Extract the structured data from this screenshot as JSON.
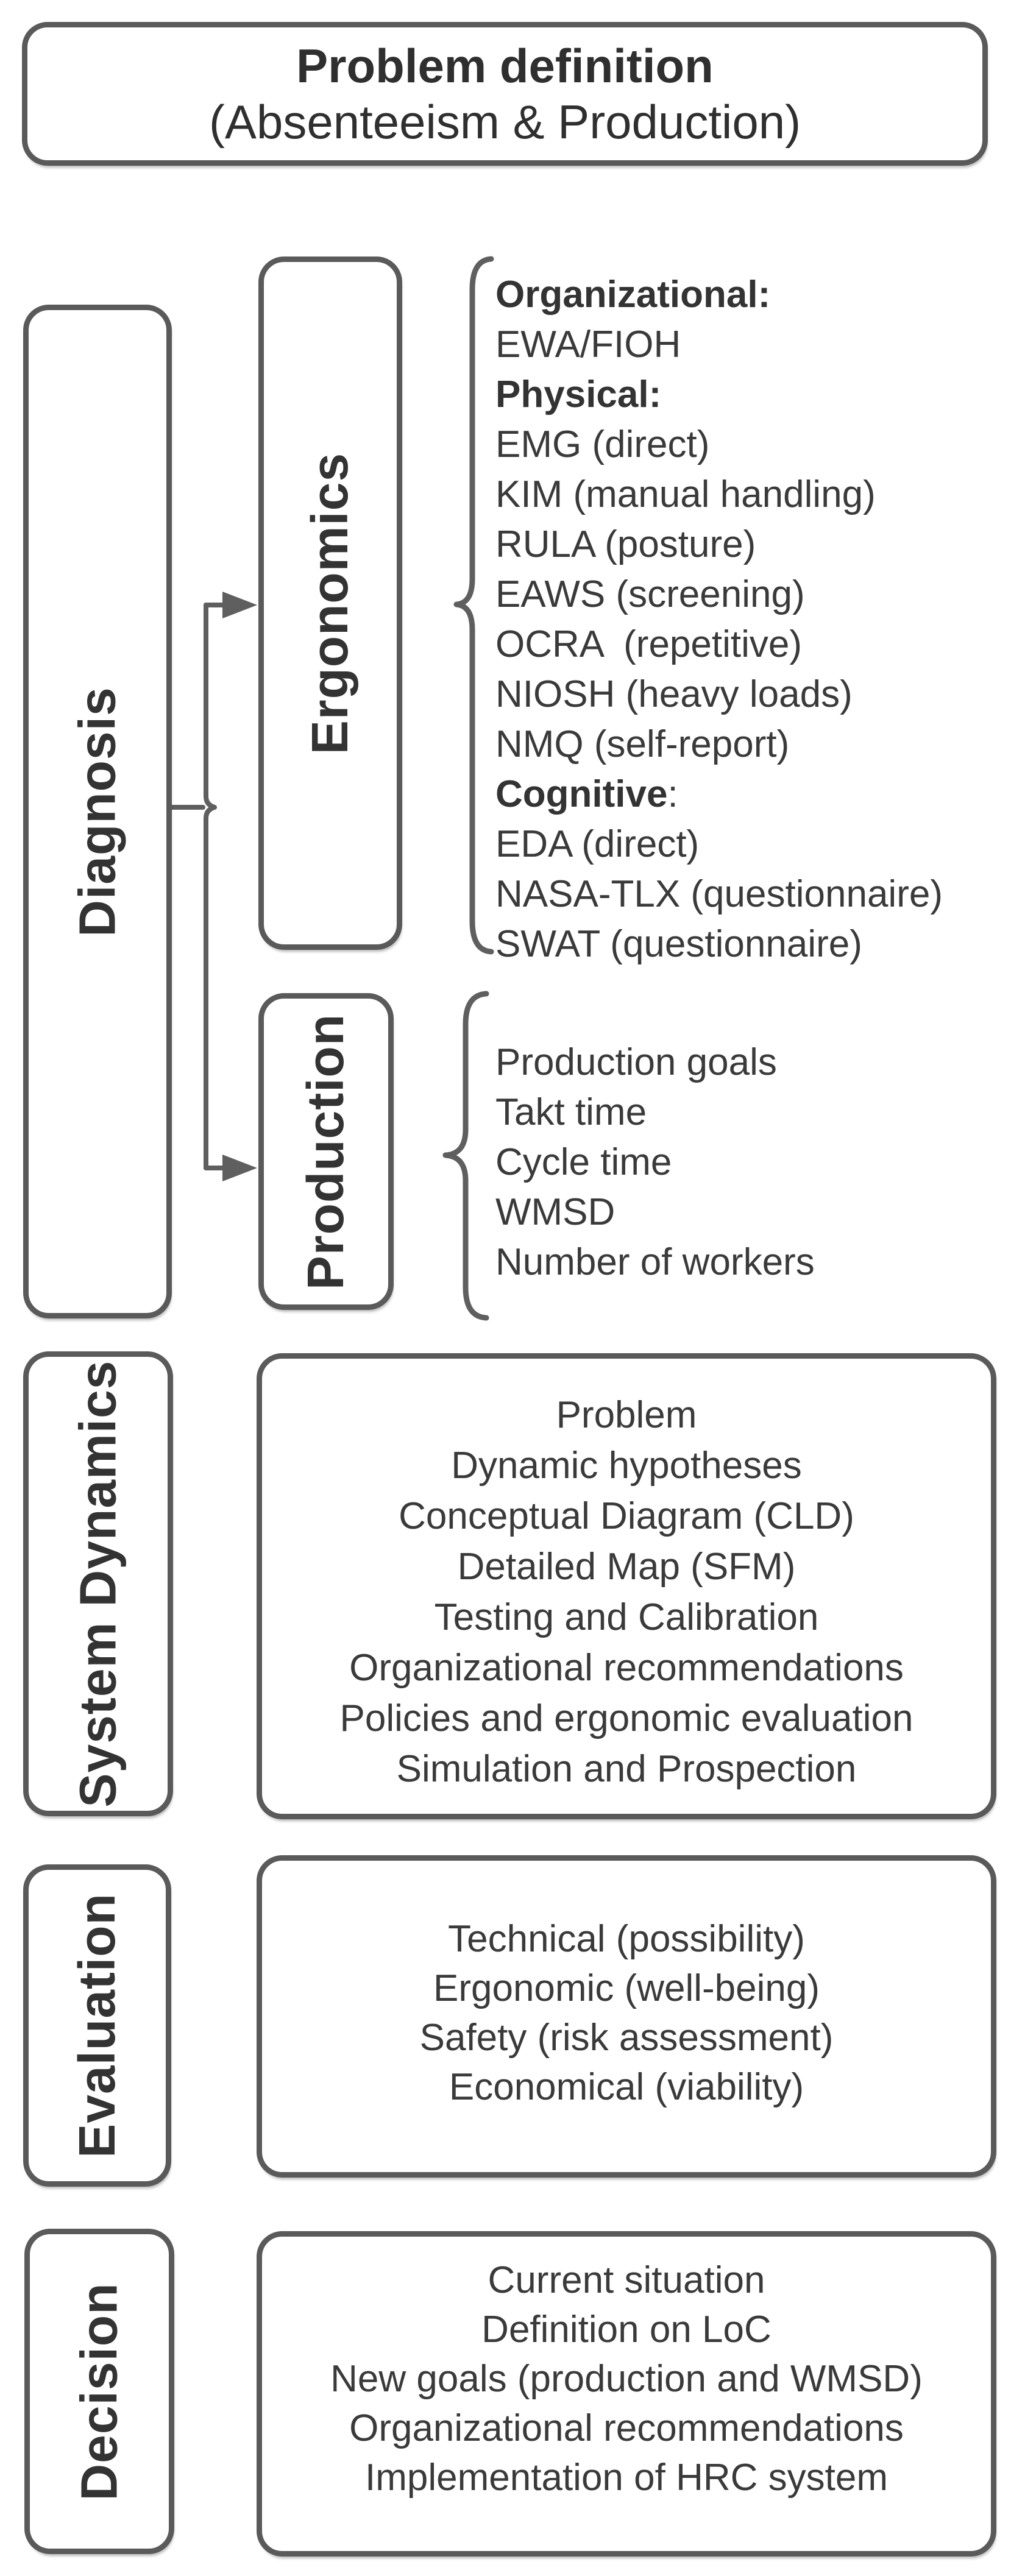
{
  "problem": {
    "line1": "Problem definition",
    "line2": "(Absenteeism & Production)"
  },
  "diagnosis": {
    "label": "Diagnosis",
    "ergonomics": {
      "label": "Ergonomics",
      "items": [
        {
          "text": "Organizational:",
          "bold": true
        },
        {
          "text": "EWA/FIOH",
          "bold": false
        },
        {
          "text": "Physical:",
          "bold": true
        },
        {
          "text": "EMG (direct)",
          "bold": false
        },
        {
          "text": "KIM (manual handling)",
          "bold": false
        },
        {
          "text": "RULA (posture)",
          "bold": false
        },
        {
          "text": "EAWS (screening)",
          "bold": false
        },
        {
          "text": "OCRA  (repetitive)",
          "bold": false
        },
        {
          "text": "NIOSH (heavy loads)",
          "bold": false
        },
        {
          "text": "NMQ (self-report)",
          "bold": false
        },
        {
          "text": "Cognitive",
          "bold": true,
          "suffix": ":"
        },
        {
          "text": "EDA (direct)",
          "bold": false
        },
        {
          "text": "NASA-TLX (questionnaire)",
          "bold": false
        },
        {
          "text": "SWAT (questionnaire)",
          "bold": false
        }
      ]
    },
    "production": {
      "label": "Production",
      "items": [
        {
          "text": "Production goals",
          "bold": false
        },
        {
          "text": "Takt time",
          "bold": false
        },
        {
          "text": "Cycle time",
          "bold": false
        },
        {
          "text": "WMSD",
          "bold": false
        },
        {
          "text": "Number of workers",
          "bold": false
        }
      ]
    }
  },
  "system_dynamics": {
    "label": "System Dynamics",
    "items": [
      {
        "text": "Problem",
        "bold": false
      },
      {
        "text": "Dynamic hypotheses",
        "bold": false
      },
      {
        "text": "Conceptual Diagram (CLD)",
        "bold": false
      },
      {
        "text": "Detailed Map (SFM)",
        "bold": false
      },
      {
        "text": "Testing and Calibration",
        "bold": false
      },
      {
        "text": "Organizational recommendations",
        "bold": false
      },
      {
        "text": "Policies and ergonomic evaluation",
        "bold": false
      },
      {
        "text": "Simulation and Prospection",
        "bold": false
      }
    ]
  },
  "evaluation": {
    "label": "Evaluation",
    "items": [
      {
        "text": "Technical (possibility)",
        "bold": false
      },
      {
        "text": "Ergonomic (well-being)",
        "bold": false
      },
      {
        "text": "Safety (risk assessment)",
        "bold": false
      },
      {
        "text": "Economical (viability)",
        "bold": false
      }
    ]
  },
  "decision": {
    "label": "Decision",
    "items": [
      {
        "text": "Current situation",
        "bold": false
      },
      {
        "text": "Definition on LoC",
        "bold": false
      },
      {
        "text": "New goals (production and WMSD)",
        "bold": false
      },
      {
        "text": "Organizational recommendations",
        "bold": false
      },
      {
        "text": "Implementation of HRC system",
        "bold": false
      }
    ]
  },
  "colors": {
    "border": "#5a5a5a",
    "connector": "#5f5f5f",
    "text": "#3a3a3a",
    "background": "#ffffff"
  }
}
